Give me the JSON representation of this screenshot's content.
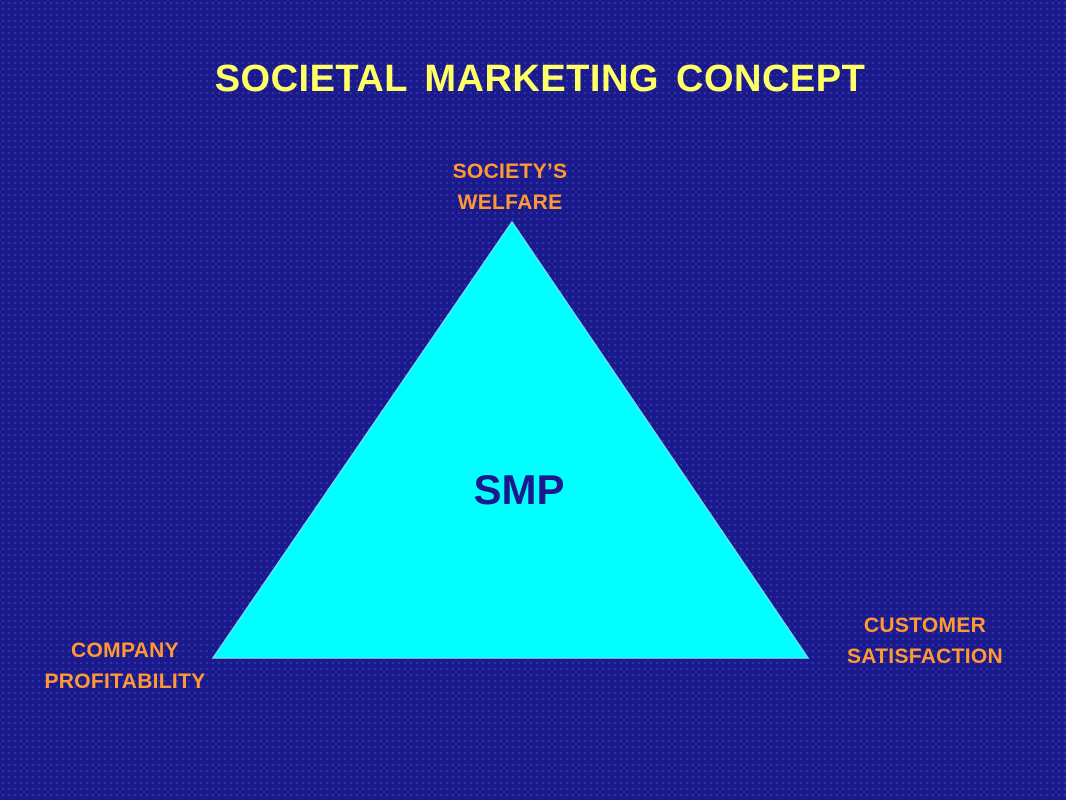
{
  "slide": {
    "title": "SOCIETAL  MARKETING  CONCEPT"
  },
  "diagram": {
    "center_label": "SMP",
    "vertices": {
      "top": [
        "SOCIETY’S",
        "WELFARE"
      ],
      "bottom_left": [
        "COMPANY",
        "PROFITABILITY"
      ],
      "bottom_right": [
        "CUSTOMER",
        "SATISFACTION"
      ]
    }
  },
  "colors": {
    "background": "#1a1a8c",
    "title": "#ffff66",
    "vertex_labels": "#ff9933",
    "triangle_fill": "#00ffff",
    "center_text": "#1a1a8c"
  }
}
